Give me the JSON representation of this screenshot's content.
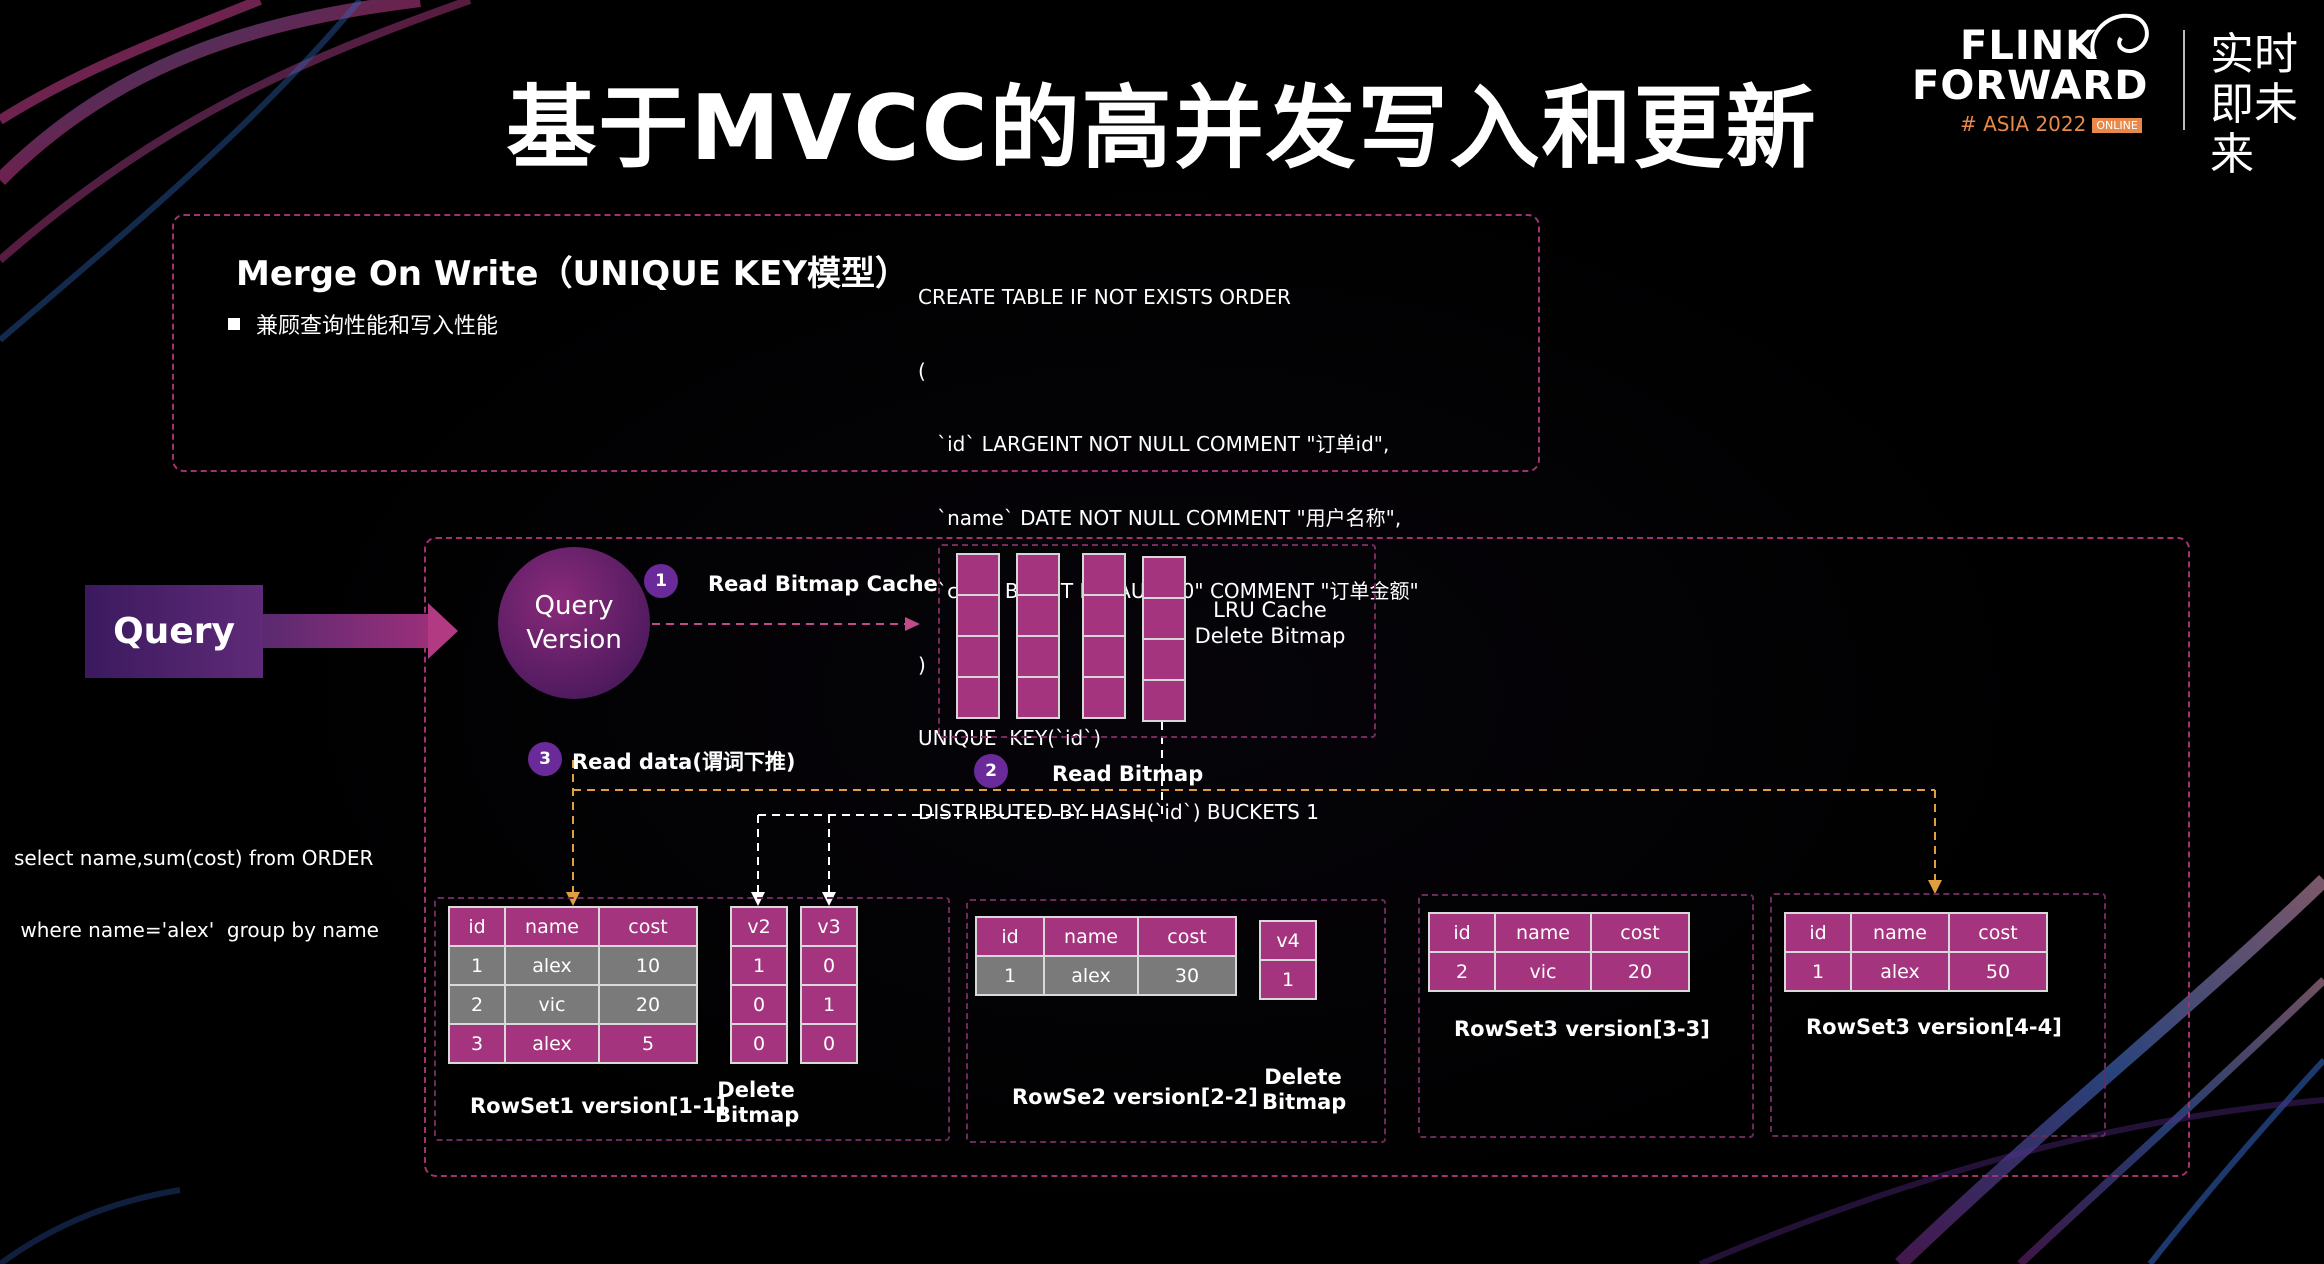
{
  "title": "基于MVCC的高并发写入和更新",
  "logo": {
    "line1": "FLINK",
    "line2": "FORWARD",
    "asia": "# ASIA 2022",
    "online": "ONLINE",
    "cn": "实时即未来"
  },
  "merge": {
    "title": "Merge On Write（UNIQUE KEY模型）",
    "bullet": "兼顾查询性能和写入性能"
  },
  "sql_create": [
    "CREATE TABLE IF NOT EXISTS ORDER",
    "(",
    "   `id` LARGEINT NOT NULL COMMENT \"订单id\",",
    "   `name` DATE NOT NULL COMMENT \"用户名称\",",
    "   `cost` BIGINT DEFAULT \"0\" COMMENT \"订单金额\"",
    ")",
    "UNIQUE  KEY(`id`)",
    "DISTRIBUTED BY HASH(`id`) BUCKETS 1"
  ],
  "query": {
    "label": "Query",
    "qv_line1": "Query",
    "qv_line2": "Version"
  },
  "select_sql": [
    "select name,sum(cost) from ORDER",
    " where name='alex'  group by name"
  ],
  "steps": {
    "s1_num": "1",
    "s1": "Read Bitmap Cache",
    "s2_num": "2",
    "s2": "Read Bitmap",
    "s3_num": "3",
    "s3": "Read data(谓词下推)"
  },
  "lru": {
    "line1": "LRU Cache",
    "line2": "Delete Bitmap"
  },
  "headers": [
    "id",
    "name",
    "cost"
  ],
  "rowset1": {
    "rows": [
      [
        "1",
        "alex",
        "10"
      ],
      [
        "2",
        "vic",
        "20"
      ],
      [
        "3",
        "alex",
        "5"
      ]
    ],
    "caption": "RowSet1  version[1-1]"
  },
  "bitmap_v2": {
    "header": "v2",
    "values": [
      "1",
      "0",
      "0"
    ]
  },
  "bitmap_v3": {
    "header": "v3",
    "values": [
      "0",
      "1",
      "0"
    ]
  },
  "delete_bitmap": {
    "line1": "Delete",
    "line2": "Bitmap"
  },
  "rowset2": {
    "rows": [
      [
        "1",
        "alex",
        "30"
      ]
    ],
    "caption": "RowSe2  version[2-2]"
  },
  "bitmap_v4": {
    "header": "v4",
    "values": [
      "1"
    ]
  },
  "rowset3a": {
    "rows": [
      [
        "2",
        "vic",
        "20"
      ]
    ],
    "caption": "RowSet3  version[3-3]"
  },
  "rowset3b": {
    "rows": [
      [
        "1",
        "alex",
        "50"
      ]
    ],
    "caption": "RowSet3  version[4-4]"
  },
  "colors": {
    "accent": "#a5347e",
    "grey": "#7a7a7a",
    "border": "#a0336f",
    "dash_orange": "#e0a040"
  }
}
